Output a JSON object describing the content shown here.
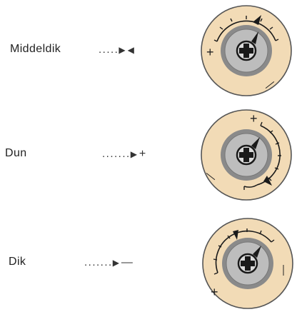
{
  "rows": [
    {
      "label": "Middeldik",
      "dots": ".....",
      "arrow": "▶",
      "symbol": "◀"
    },
    {
      "label": "Dun",
      "dots": ".......",
      "arrow": "▶",
      "symbol": "+"
    },
    {
      "label": "Dik",
      "dots": ".......",
      "arrow": "▶",
      "symbol": "—"
    }
  ],
  "dials": [
    {
      "plus": "+",
      "minus": "—"
    },
    {
      "plus": "+",
      "minus": "—"
    },
    {
      "plus": "+",
      "minus": "—"
    }
  ],
  "colors": {
    "dial_outer": "#f2dbb6",
    "dial_ring": "#8a8a8a",
    "dial_inner": "#bdbdbd",
    "knob": "#d9d9d9",
    "marker": "#1a1a1a"
  },
  "icons": [
    "screw-head-icon",
    "pointer-triangle-icon"
  ]
}
